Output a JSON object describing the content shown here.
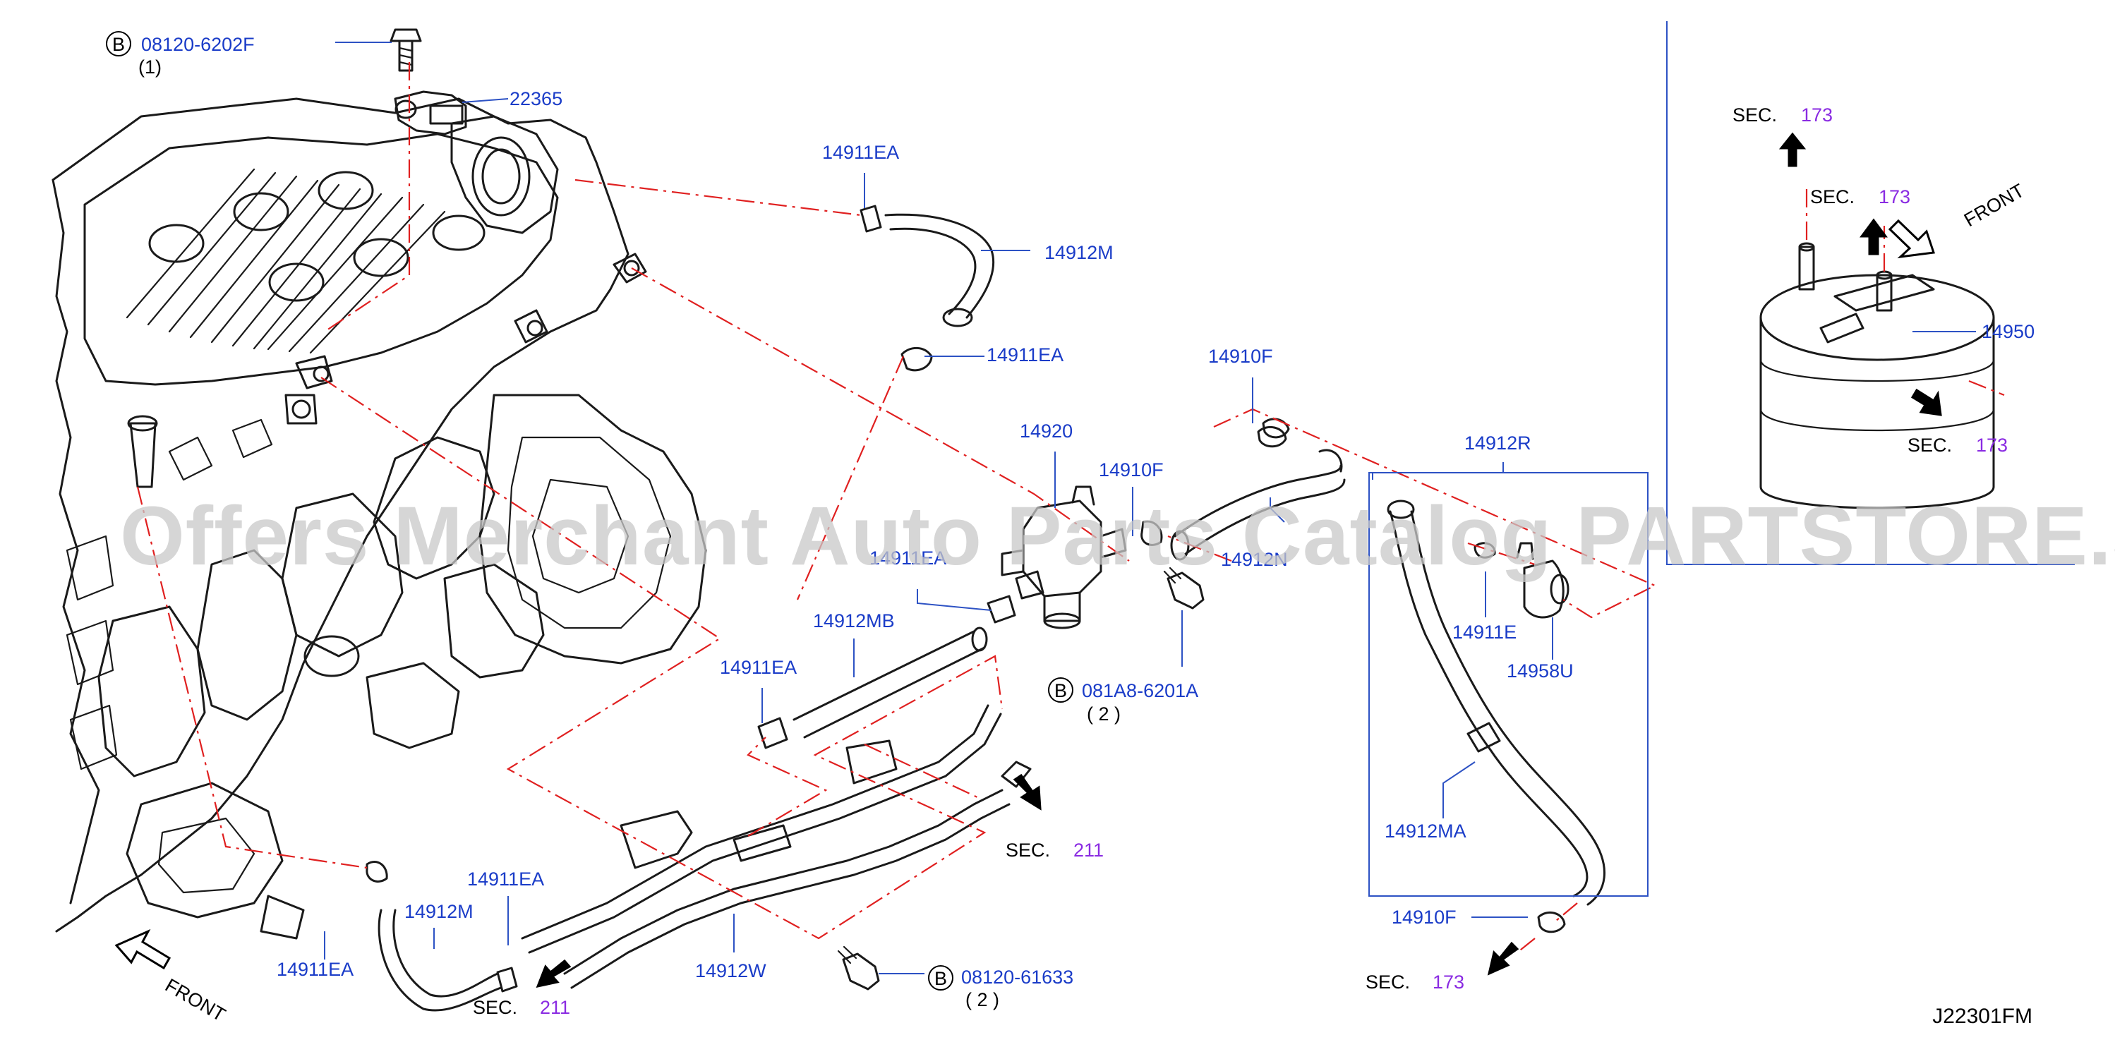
{
  "diagram_code": "J22301FM",
  "watermark": "Offers Merchant Auto Parts Catalog PARTSTORE.SA",
  "colors": {
    "label": "#1a3cc8",
    "section_number": "#8a2be2",
    "leader": "#2d52c4",
    "dash_line": "#e02020",
    "artwork": "#1a1a1a",
    "frame": "#2d52c4"
  },
  "icons": {
    "bolt_marker": "circle-b-icon",
    "direction_arrow": "hollow-arrow-icon",
    "flow_arrow": "solid-arrow-icon"
  },
  "labels": {
    "bolt_08120_6202f": "08120-6202F",
    "bolt_08120_6202f_qty": "(1)",
    "sensor_22365": "22365",
    "clamp_14911ea_top": "14911EA",
    "hose_14912m_top": "14912M",
    "clamp_14911ea_mid": "14911EA",
    "valve_14920": "14920",
    "clamp_14910f_top": "14910F",
    "clamp_14910f_mid": "14910F",
    "hose_14912n_obscured": "14912N",
    "clamp_14911ea_valve": "14911EA",
    "hose_14912mb": "14912MB",
    "clamp_14911ea_left": "14911EA",
    "bolt_081a8_6201a": "081A8-6201A",
    "bolt_081a8_6201a_qty": "( 2 )",
    "hose_14912r": "14912R",
    "clamp_14911e": "14911E",
    "filter_14958u": "14958U",
    "hose_14912ma": "14912MA",
    "clamp_14910f_bottom": "14910F",
    "canister_14950": "14950",
    "clamp_14911ea_bottom": "14911EA",
    "hose_14912m_bottom": "14912M",
    "clamp_14911ea_bottom_mid": "14911EA",
    "tube_14912w": "14912W",
    "bolt_08120_61633": "08120-61633",
    "bolt_08120_61633_qty": "( 2 )",
    "bolt_marker_letter": "B",
    "front_left": "FRONT",
    "front_right": "FRONT"
  },
  "sections": {
    "sec_prefix": "SEC.",
    "sec_211_right": "211",
    "sec_211_bottom": "211",
    "sec_173_bottom": "173",
    "sec_173_top1": "173",
    "sec_173_top2": "173",
    "sec_173_side": "173"
  }
}
